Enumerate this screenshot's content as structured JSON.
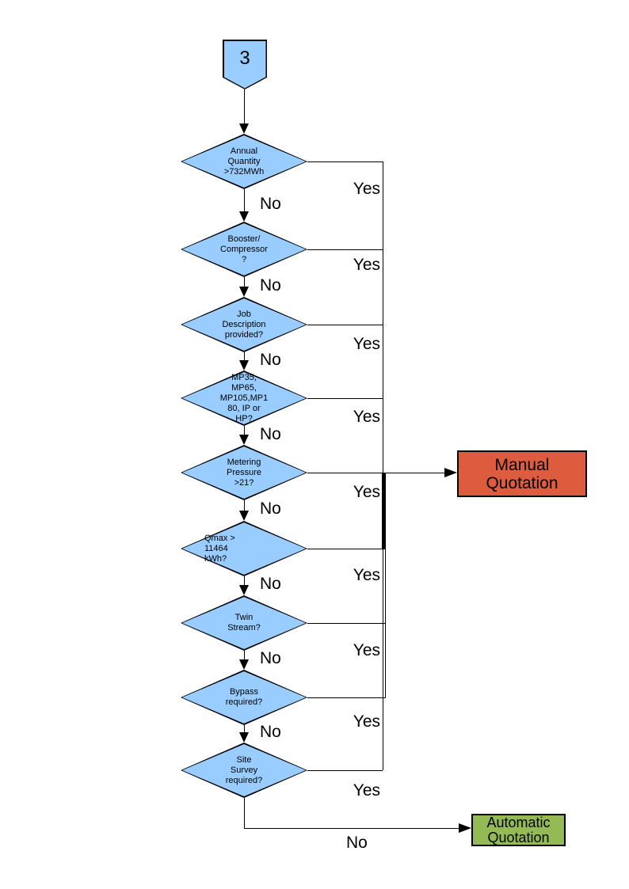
{
  "connector": {
    "label": "3"
  },
  "decisions": [
    {
      "name": "annual-quantity",
      "label": "Annual\nQuantity\n>732MWh",
      "yes_label": "Yes",
      "no_label": "No"
    },
    {
      "name": "booster-compressor",
      "label": "Booster/\nCompressor\n?",
      "yes_label": "Yes",
      "no_label": "No"
    },
    {
      "name": "job-description",
      "label": "Job\nDescription\nprovided?",
      "yes_label": "Yes",
      "no_label": "No"
    },
    {
      "name": "pressure-tier",
      "label": "MP35,\nMP65,\nMP105,MP1\n80, IP or\nHP?",
      "yes_label": "Yes",
      "no_label": "No"
    },
    {
      "name": "metering-pressure",
      "label": "Metering\nPressure\n>21?",
      "yes_label": "Yes",
      "no_label": "No"
    },
    {
      "name": "qmax",
      "label": "Qmax >\n11464\nkWh?",
      "yes_label": "Yes",
      "no_label": "No"
    },
    {
      "name": "twin-stream",
      "label": "Twin\nStream?",
      "yes_label": "Yes",
      "no_label": "No"
    },
    {
      "name": "bypass",
      "label": "Bypass\nrequired?",
      "yes_label": "Yes",
      "no_label": "No"
    },
    {
      "name": "site-survey",
      "label": "Site\nSurvey\nrequired?",
      "yes_label": "Yes",
      "no_label": "No"
    }
  ],
  "outcomes": {
    "manual": {
      "label": "Manual\nQuotation",
      "fill": "#DD5C3E"
    },
    "automatic": {
      "label": "Automatic\nQuotation",
      "fill": "#93BA55"
    }
  },
  "colors": {
    "decision_fill": "#99CCFF",
    "shape_border": "#000000",
    "edge_line": "#000000",
    "background": "#FFFFFF"
  }
}
